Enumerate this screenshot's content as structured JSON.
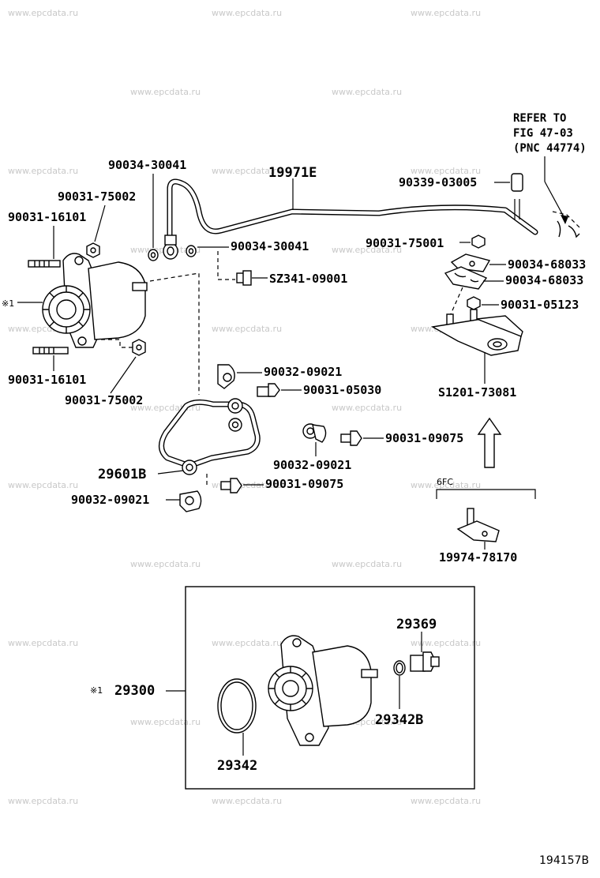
{
  "watermark": "www.epcdata.ru",
  "refer": {
    "line1": "REFER TO",
    "line2": "FIG 47-03",
    "line3": "(PNC 44774)"
  },
  "parts": {
    "p_90034_30041_top": "90034-30041",
    "p_19971E": "19971E",
    "p_90031_75002_top": "90031-75002",
    "p_90031_16101_top": "90031-16101",
    "p_90034_30041_mid": "90034-30041",
    "p_SZ341": "SZ341-09001",
    "p_90339": "90339-03005",
    "p_90031_75001": "90031-75001",
    "p_90034_68033_a": "90034-68033",
    "p_90034_68033_b": "90034-68033",
    "p_90031_05123": "90031-05123",
    "p_90031_16101_bot": "90031-16101",
    "p_90031_75002_bot": "90031-75002",
    "p_90032_09021_a": "90032-09021",
    "p_90031_05030": "90031-05030",
    "p_S1201": "S1201-73081",
    "p_90031_09075_a": "90031-09075",
    "p_90032_09021_b": "90032-09021",
    "p_29601B": "29601B",
    "p_90031_09075_b": "90031-09075",
    "p_90032_09021_c": "90032-09021",
    "p_6FC": "6FC",
    "p_19974": "19974-78170",
    "p_29369": "29369",
    "p_29300": "29300",
    "p_29342B": "29342B",
    "p_29342": "29342"
  },
  "marks": {
    "note_mark_left": "※1",
    "note_mark_box": "※1"
  },
  "figure_code": "194157B"
}
